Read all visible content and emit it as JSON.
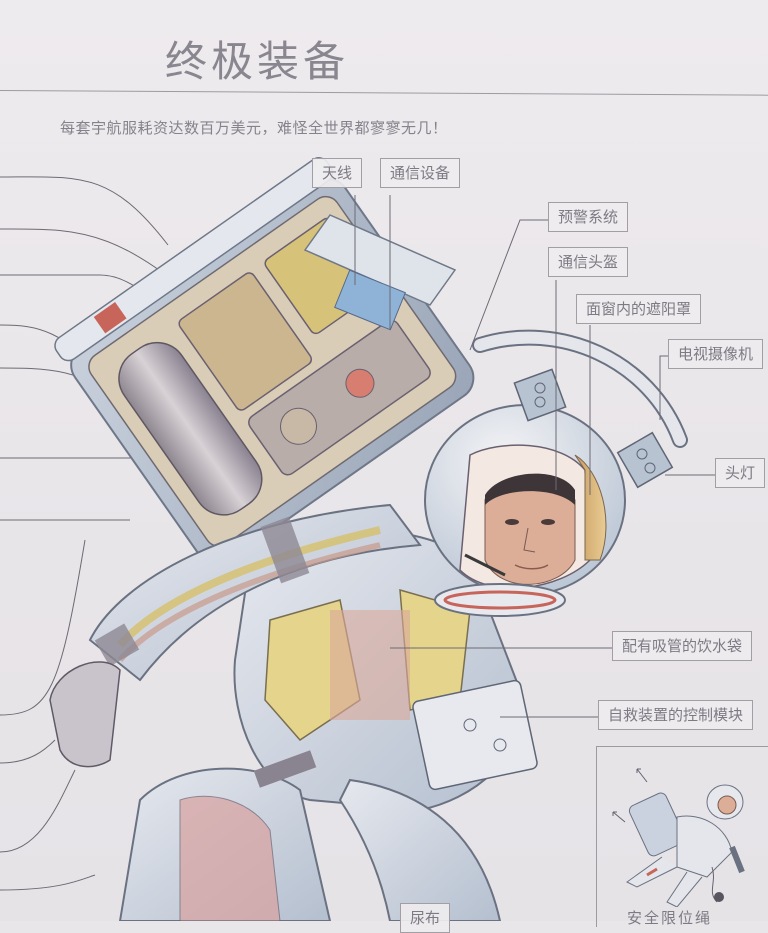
{
  "page": {
    "title": "终极装备",
    "subtitle": "每套宇航服耗资达数百万美元，难怪全世界都寥寥无几！"
  },
  "callouts": {
    "antenna": "天线",
    "comm_equipment": "通信设备",
    "warning_system": "预警系统",
    "comm_helmet": "通信头盔",
    "sun_visor": "面窗内的遮阳罩",
    "tv_camera": "电视摄像机",
    "headlamp": "头灯",
    "drink_bag": "配有吸管的饮水袋",
    "rescue_control_module": "自救装置的控制模块",
    "diaper": "尿布"
  },
  "inset": {
    "caption": "安全限位绳"
  },
  "colors": {
    "paper": "#eae7eb",
    "label_text": "#7e7a84",
    "label_border": "#a29ea6",
    "suit_blue": "#b9c3d2",
    "suit_white": "#e4e6ec",
    "backpack_tan": "#c9b49a",
    "tubing_yellow": "#d9c46a",
    "stripe_red": "#c8655a",
    "visor_gold": "#d7b47a",
    "skin": "#d9a892"
  }
}
